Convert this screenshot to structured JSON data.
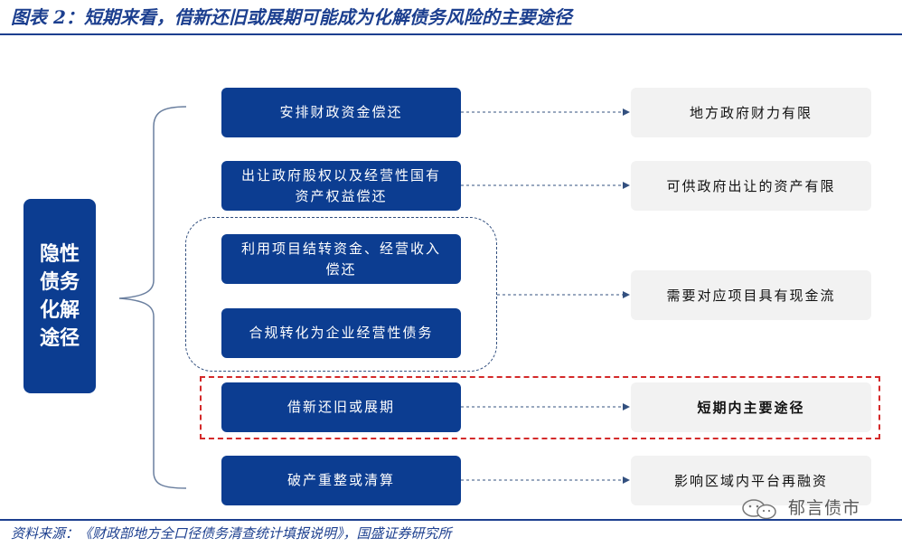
{
  "header": {
    "title": "图表 2：短期来看，借新还旧或展期可能成为化解债务风险的主要途径"
  },
  "diagram": {
    "root_label": "隐性债务化解途径",
    "rows": [
      {
        "method": "安排财政资金偿还",
        "result": "地方政府财力有限"
      },
      {
        "method": "出让政府股权以及经营性国有资产权益偿还",
        "result": "可供政府出让的资产有限"
      },
      {
        "method": "利用项目结转资金、经营收入偿还",
        "result": ""
      },
      {
        "method": "合规转化为企业经营性债务",
        "result": "需要对应项目具有现金流"
      },
      {
        "method": "借新还旧或展期",
        "result": "短期内主要途径",
        "highlighted": true
      },
      {
        "method": "破产重整或清算",
        "result": "影响区域内平台再融资"
      }
    ]
  },
  "footer": {
    "source": "资料来源：《财政部地方全口径债务清查统计填报说明》，国盛证券研究所"
  },
  "watermark": {
    "text": "郁言债市",
    "icon": "wechat-icon"
  },
  "colors": {
    "primary": "#0c3d91",
    "title": "#1c3f8f",
    "result_bg": "#f2f2f2",
    "highlight": "#d42a2a"
  }
}
